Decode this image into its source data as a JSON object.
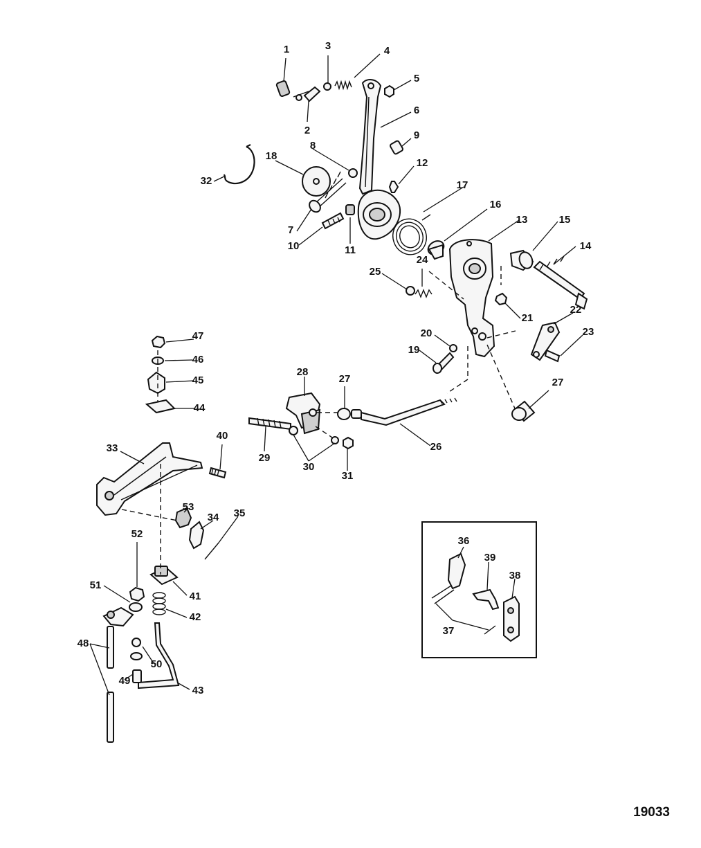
{
  "diagram": {
    "reference_number": "19033",
    "part_labels": [
      "1",
      "2",
      "3",
      "4",
      "5",
      "6",
      "7",
      "8",
      "9",
      "10",
      "11",
      "12",
      "13",
      "14",
      "15",
      "16",
      "17",
      "18",
      "19",
      "20",
      "21",
      "22",
      "23",
      "24",
      "25",
      "26",
      "27",
      "27",
      "28",
      "29",
      "30",
      "31",
      "32",
      "33",
      "34",
      "35",
      "36",
      "37",
      "38",
      "39",
      "40",
      "41",
      "42",
      "43",
      "44",
      "45",
      "46",
      "47",
      "48",
      "49",
      "50",
      "51",
      "52",
      "53"
    ]
  }
}
